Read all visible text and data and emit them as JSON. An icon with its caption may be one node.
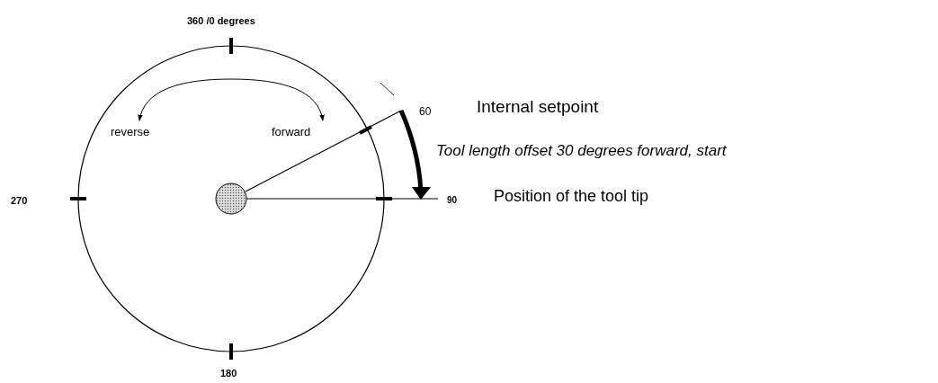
{
  "diagram": {
    "labels": [
      "360 /0 degrees",
      "60",
      "Internal setpoint",
      "reverse",
      "forward",
      "Tool length offset 30 degrees forward, start",
      "270",
      "90",
      "Position of the tool tip",
      "180"
    ]
  }
}
